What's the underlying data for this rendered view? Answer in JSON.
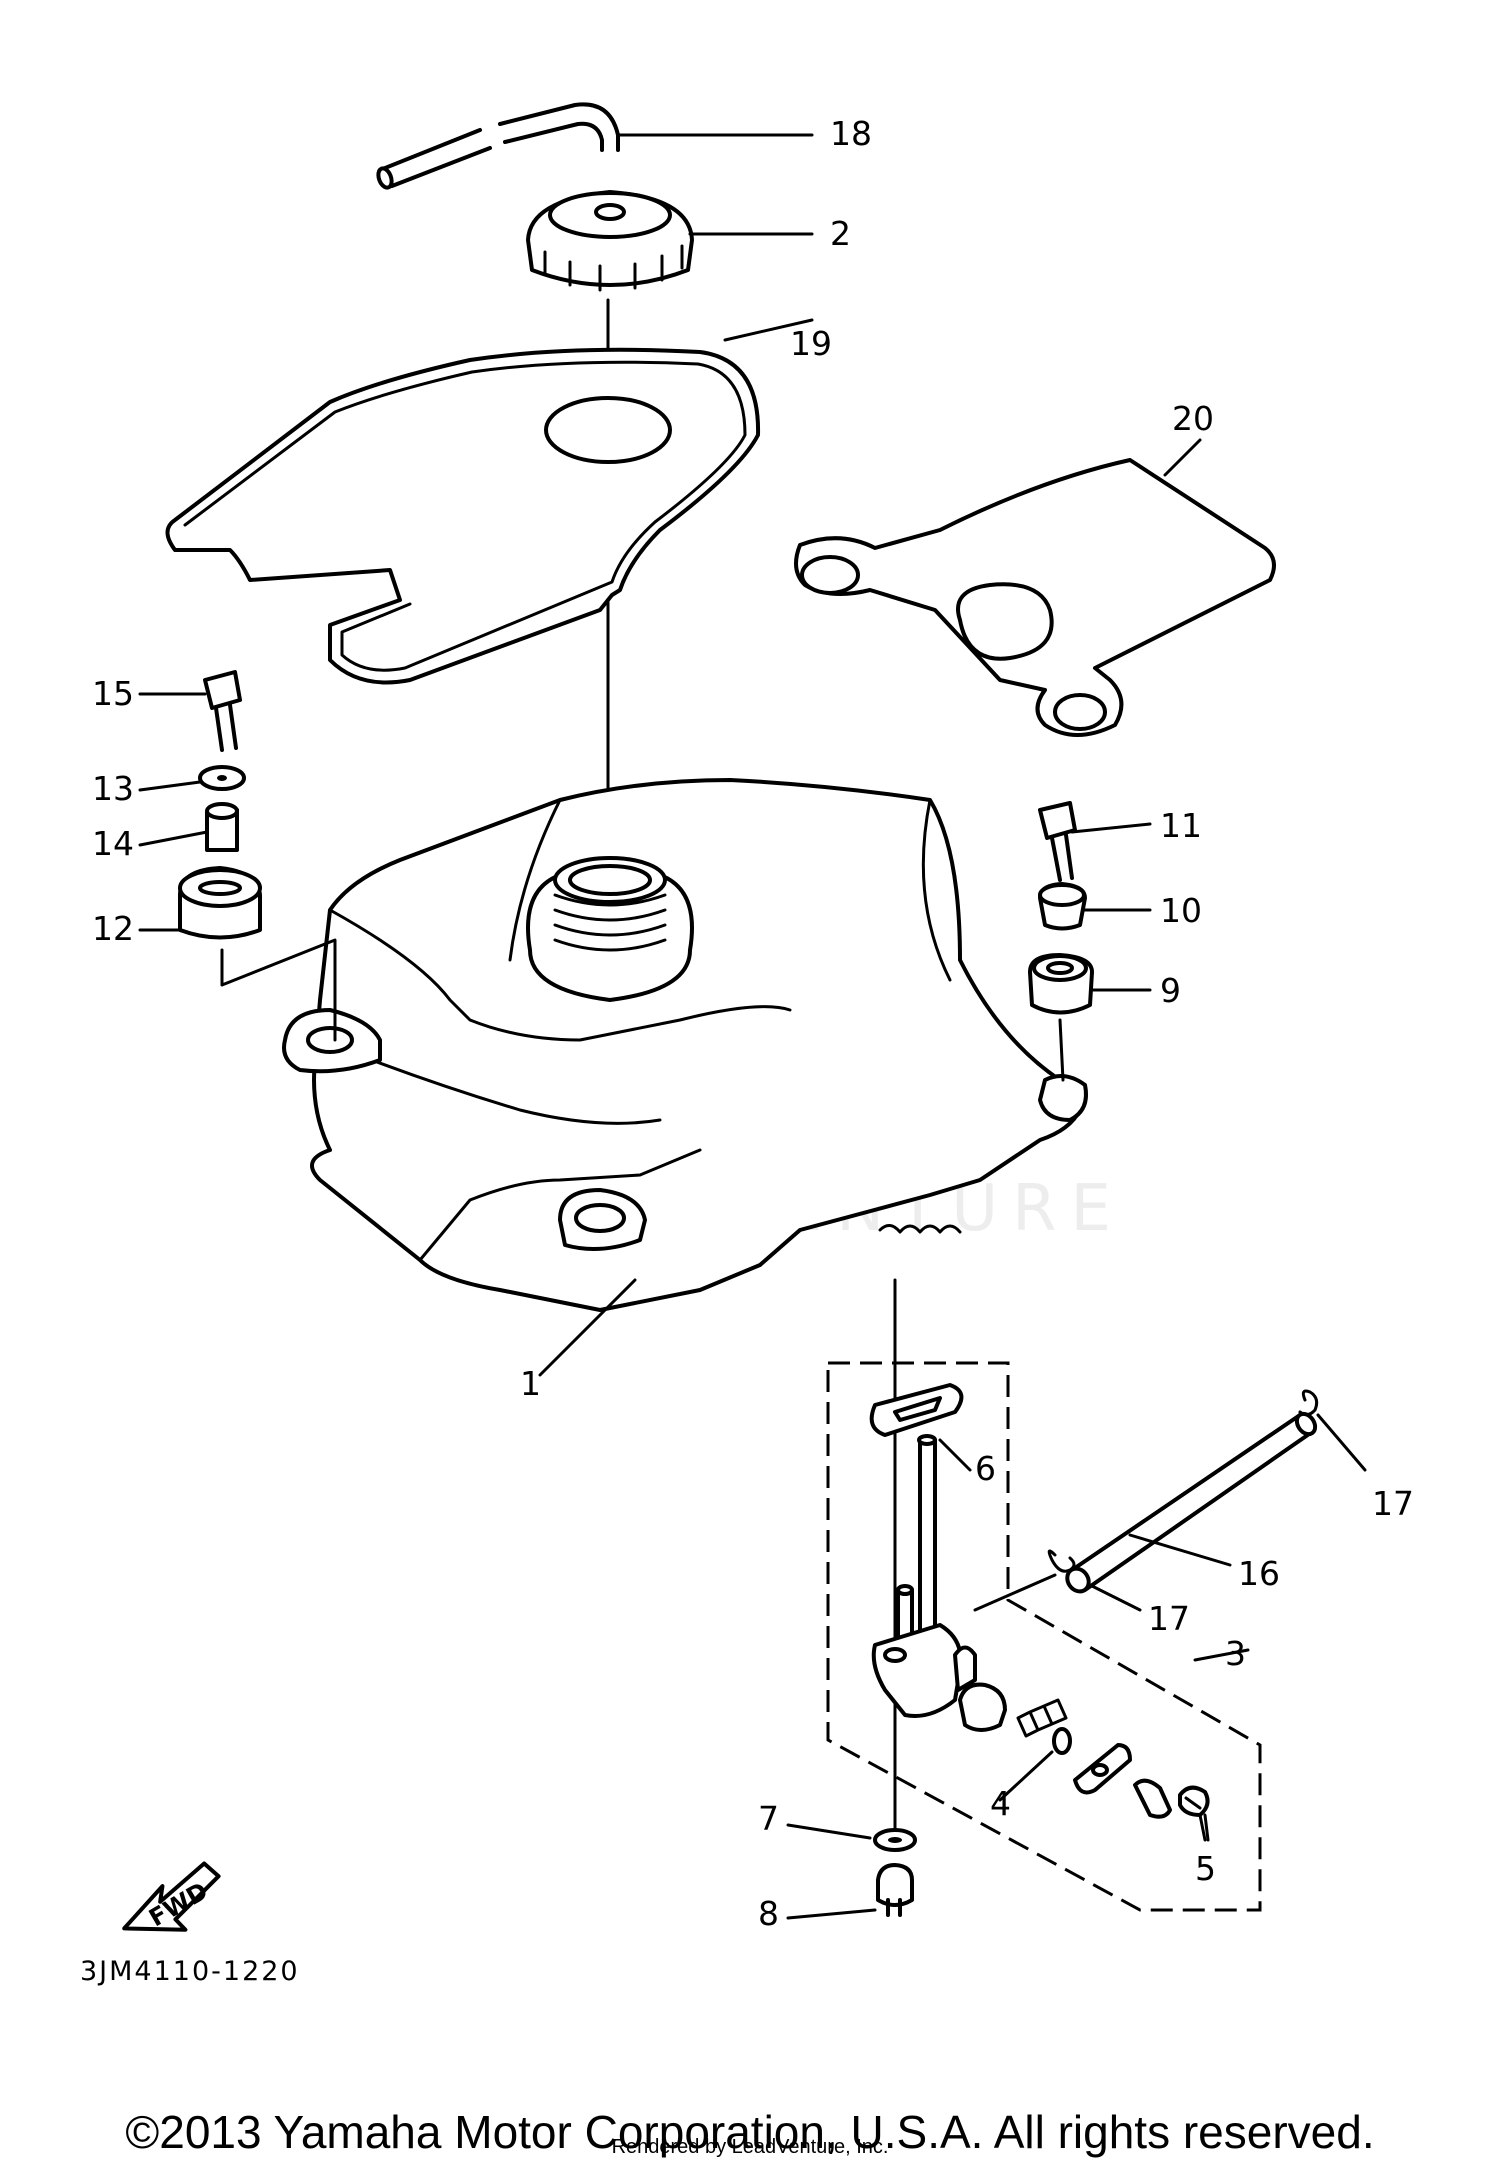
{
  "watermark": "LEADVENTURE",
  "callouts": [
    "18",
    "2",
    "19",
    "20",
    "15",
    "13",
    "14",
    "12",
    "11",
    "10",
    "9",
    "1",
    "6",
    "17",
    "16",
    "17",
    "3",
    "4",
    "7",
    "5",
    "8"
  ],
  "fwd_label": "FWD",
  "diagram_code": "3JM4110-1220",
  "copyright": "©2013 Yamaha Motor Corporation, U.S.A. All rights reserved.",
  "rendered_by": "Rendered by LeadVenture, Inc."
}
